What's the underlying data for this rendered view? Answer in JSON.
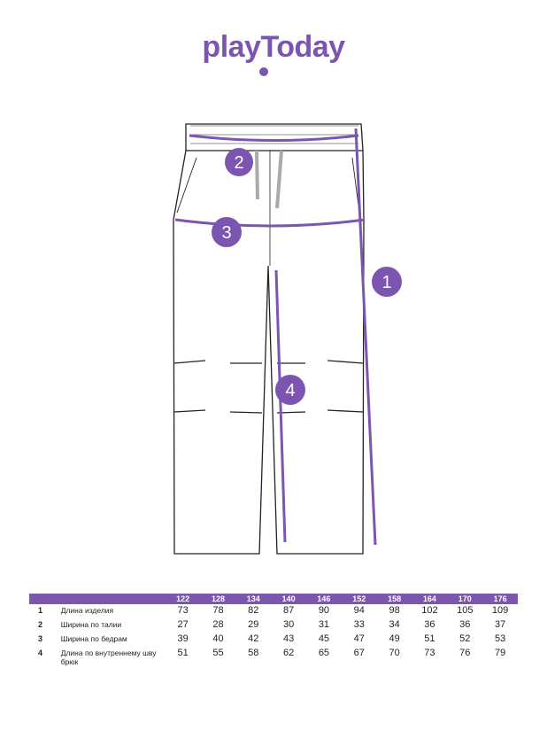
{
  "brand": {
    "logo": "playToday"
  },
  "markers": [
    "1",
    "2",
    "3",
    "4"
  ],
  "table": {
    "sizes": [
      "122",
      "128",
      "134",
      "140",
      "146",
      "152",
      "158",
      "164",
      "170",
      "176"
    ],
    "rows": [
      {
        "num": "1",
        "label": "Длина изделия",
        "values": [
          "73",
          "78",
          "82",
          "87",
          "90",
          "94",
          "98",
          "102",
          "105",
          "109"
        ]
      },
      {
        "num": "2",
        "label": "Ширина по талии",
        "values": [
          "27",
          "28",
          "29",
          "30",
          "31",
          "33",
          "34",
          "36",
          "36",
          "37"
        ]
      },
      {
        "num": "3",
        "label": "Ширина по бедрам",
        "values": [
          "39",
          "40",
          "42",
          "43",
          "45",
          "47",
          "49",
          "51",
          "52",
          "53"
        ]
      },
      {
        "num": "4",
        "label": "Длина по внутреннему шву брюк",
        "values": [
          "51",
          "55",
          "58",
          "62",
          "65",
          "67",
          "70",
          "73",
          "76",
          "79"
        ]
      }
    ]
  },
  "colors": {
    "accent": "#7b55b0"
  }
}
